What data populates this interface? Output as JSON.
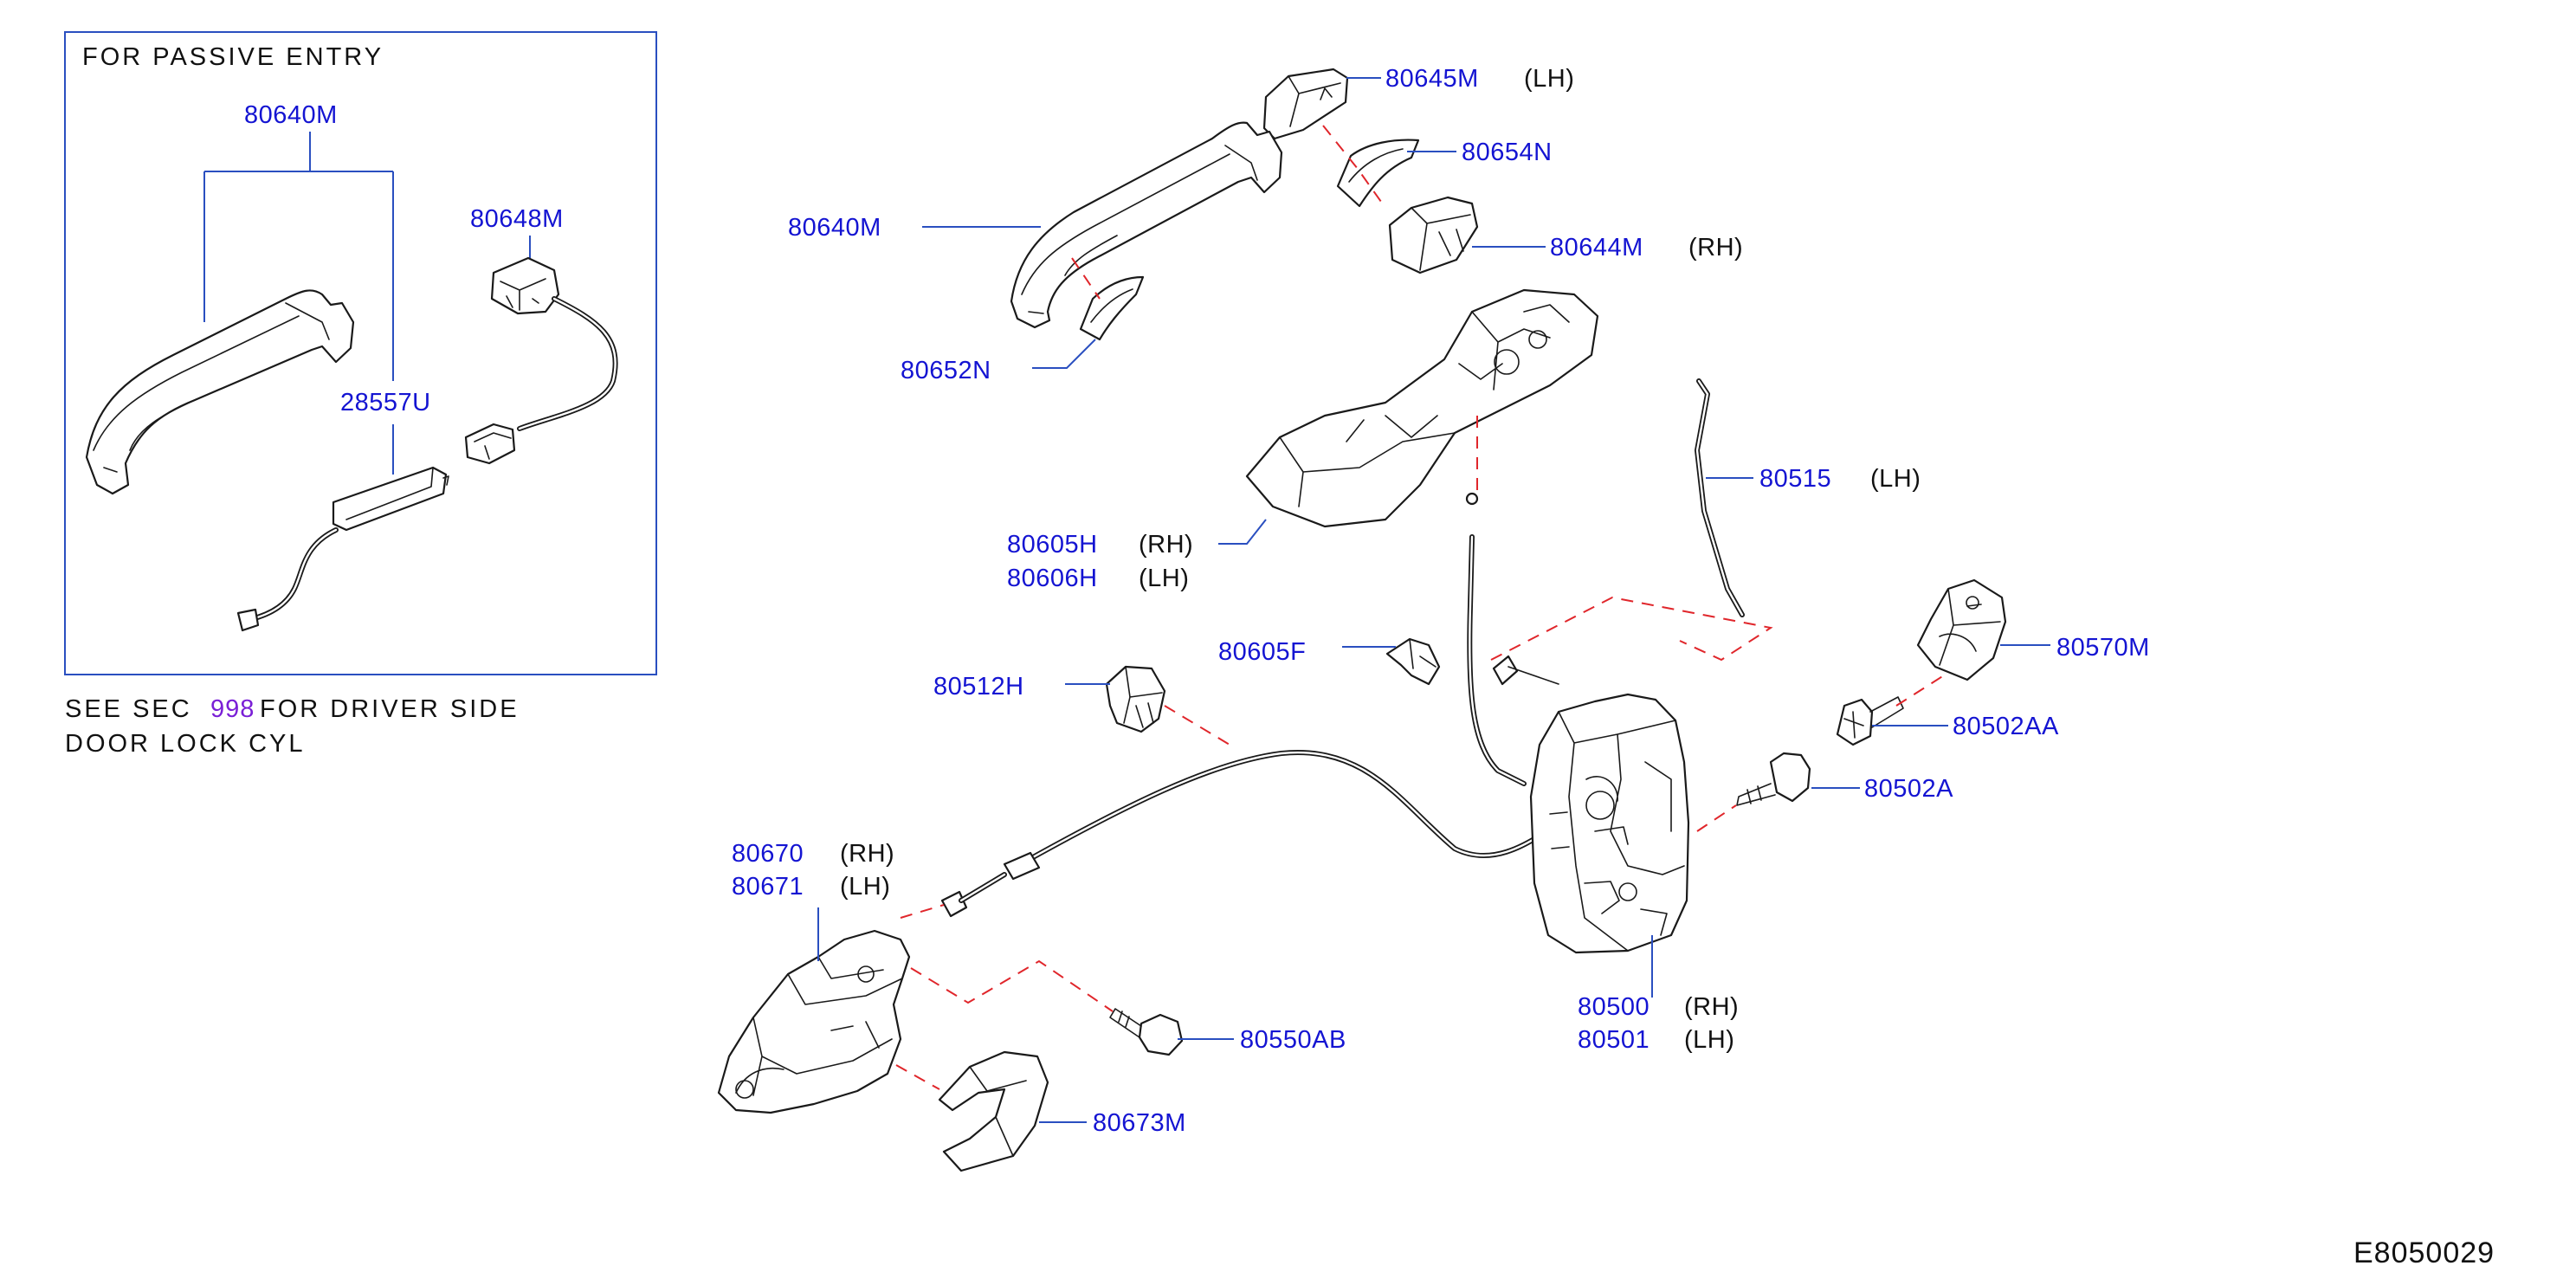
{
  "inset": {
    "title": "FOR PASSIVE ENTRY",
    "labels": {
      "handle": "80640M",
      "sensor": "28557U",
      "harness": "80648M"
    }
  },
  "note": {
    "line1_before": "SEE SEC",
    "line1_ref": "998",
    "line1_after": "FOR DRIVER SIDE",
    "line2": "DOOR LOCK CYL"
  },
  "parts": [
    {
      "id": "p80645M",
      "number": "80645M",
      "suffix": "(LH)"
    },
    {
      "id": "p80654N",
      "number": "80654N",
      "suffix": ""
    },
    {
      "id": "p80644M",
      "number": "80644M",
      "suffix": "(RH)"
    },
    {
      "id": "p80640M",
      "number": "80640M",
      "suffix": ""
    },
    {
      "id": "p80652N",
      "number": "80652N",
      "suffix": ""
    },
    {
      "id": "p80515",
      "number": "80515",
      "suffix": "(LH)"
    },
    {
      "id": "p80605H",
      "number": "80605H",
      "suffix": "(RH)"
    },
    {
      "id": "p80606H",
      "number": "80606H",
      "suffix": "(LH)"
    },
    {
      "id": "p80570M",
      "number": "80570M",
      "suffix": ""
    },
    {
      "id": "p80605F",
      "number": "80605F",
      "suffix": ""
    },
    {
      "id": "p80512H",
      "number": "80512H",
      "suffix": ""
    },
    {
      "id": "p80502AA",
      "number": "80502AA",
      "suffix": ""
    },
    {
      "id": "p80502A",
      "number": "80502A",
      "suffix": ""
    },
    {
      "id": "p80670",
      "number": "80670",
      "suffix": "(RH)"
    },
    {
      "id": "p80671",
      "number": "80671",
      "suffix": "(LH)"
    },
    {
      "id": "p80500",
      "number": "80500",
      "suffix": "(RH)"
    },
    {
      "id": "p80501",
      "number": "80501",
      "suffix": "(LH)"
    },
    {
      "id": "p80550AB",
      "number": "80550AB",
      "suffix": ""
    },
    {
      "id": "p80673M",
      "number": "80673M",
      "suffix": ""
    }
  ],
  "diagram_code": "E8050029",
  "colors": {
    "label": "#1414d2",
    "leader": "#2a4fc0",
    "dashed_line": "#e0262b",
    "reference": "#7a1fd6",
    "text": "#111111"
  }
}
